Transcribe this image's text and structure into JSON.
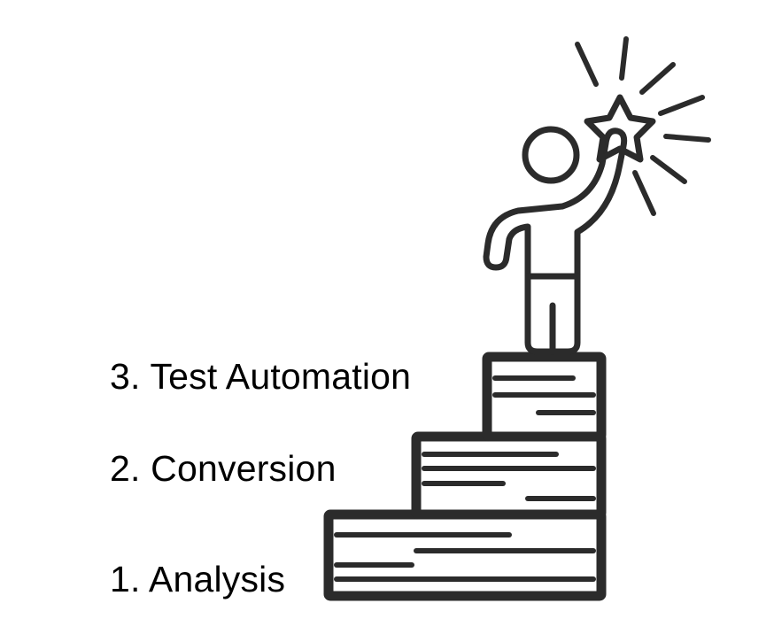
{
  "steps": [
    {
      "label": "1. Analysis"
    },
    {
      "label": "2. Conversion"
    },
    {
      "label": "3. Test Automation"
    }
  ],
  "illustration": {
    "icons": [
      "person-reaching-star-icon",
      "star-icon",
      "staircase-icon"
    ],
    "stroke_color": "#2b2b2b"
  }
}
